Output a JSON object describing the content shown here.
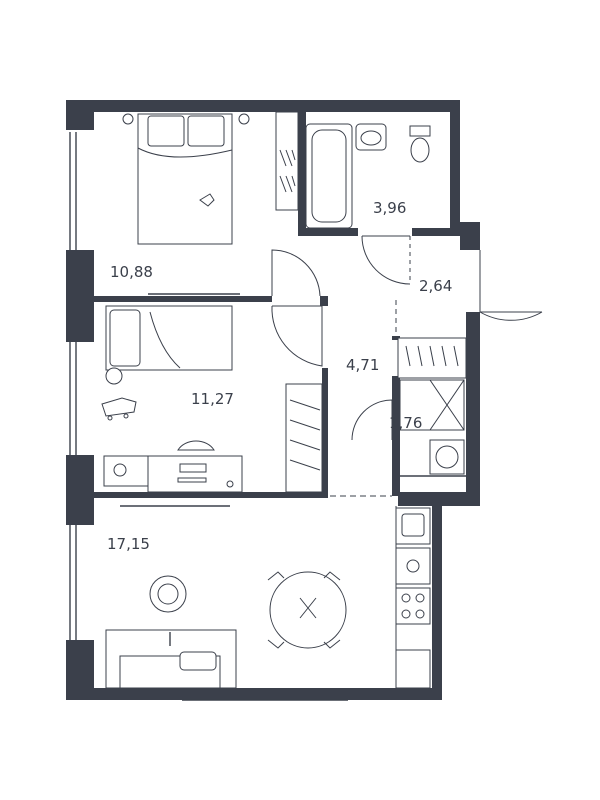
{
  "colors": {
    "wall": "#3b404b",
    "background": "#ffffff"
  },
  "rooms": [
    {
      "id": "bedroom-1",
      "area": "10,88"
    },
    {
      "id": "bathroom",
      "area": "3,96"
    },
    {
      "id": "hall-entrance",
      "area": "2,64"
    },
    {
      "id": "corridor",
      "area": "4,71"
    },
    {
      "id": "bedroom-2",
      "area": "11,27"
    },
    {
      "id": "utility",
      "area": "1,76"
    },
    {
      "id": "kitchen-living",
      "area": "17,15"
    }
  ],
  "icons": [
    "bed-icon",
    "bathtub-icon",
    "sink-icon",
    "toilet-icon",
    "wardrobe-icon",
    "desk-icon",
    "chair-icon",
    "washing-machine-icon",
    "stove-icon",
    "kitchen-sink-icon",
    "dining-table-icon",
    "sofa-icon",
    "rug-icon",
    "toy-icon",
    "roller-skates-icon"
  ]
}
